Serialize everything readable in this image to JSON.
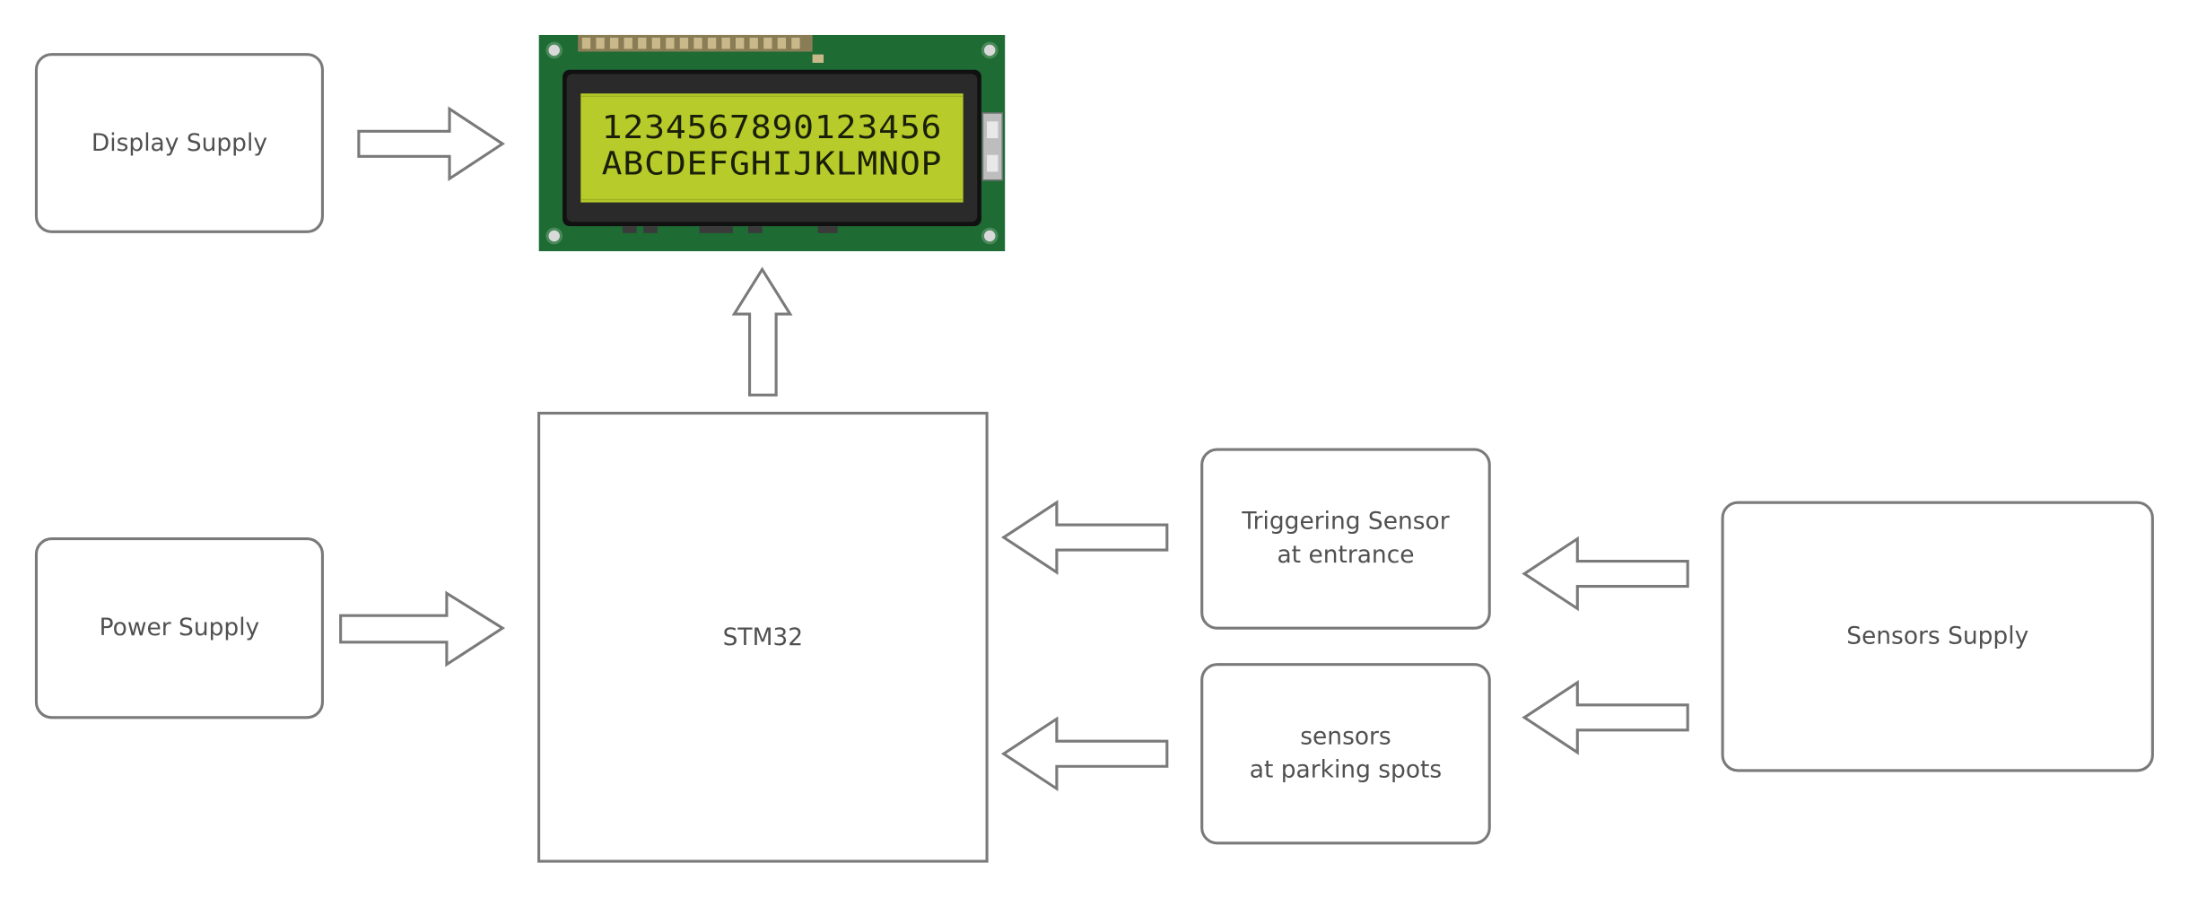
{
  "nodes": {
    "display_supply": {
      "label": "Display Supply"
    },
    "power_supply": {
      "label": "Power Supply"
    },
    "stm32": {
      "label": "STM32"
    },
    "triggering_sensor": {
      "label_line1": "Triggering Sensor",
      "label_line2": "at entrance"
    },
    "parking_sensors": {
      "label_line1": "sensors",
      "label_line2": "at parking spots"
    },
    "sensors_supply": {
      "label": "Sensors Supply"
    }
  },
  "lcd": {
    "row1": "1234567890123456",
    "row2": "ABCDEFGHIJKLMNOP",
    "colors": {
      "pcb": "#1e6b34",
      "screen": "#b7cc2a",
      "bezel": "#111111",
      "text": "#1a1f0a"
    }
  },
  "colors": {
    "outline": "#7a7a7a",
    "text": "#505050"
  }
}
